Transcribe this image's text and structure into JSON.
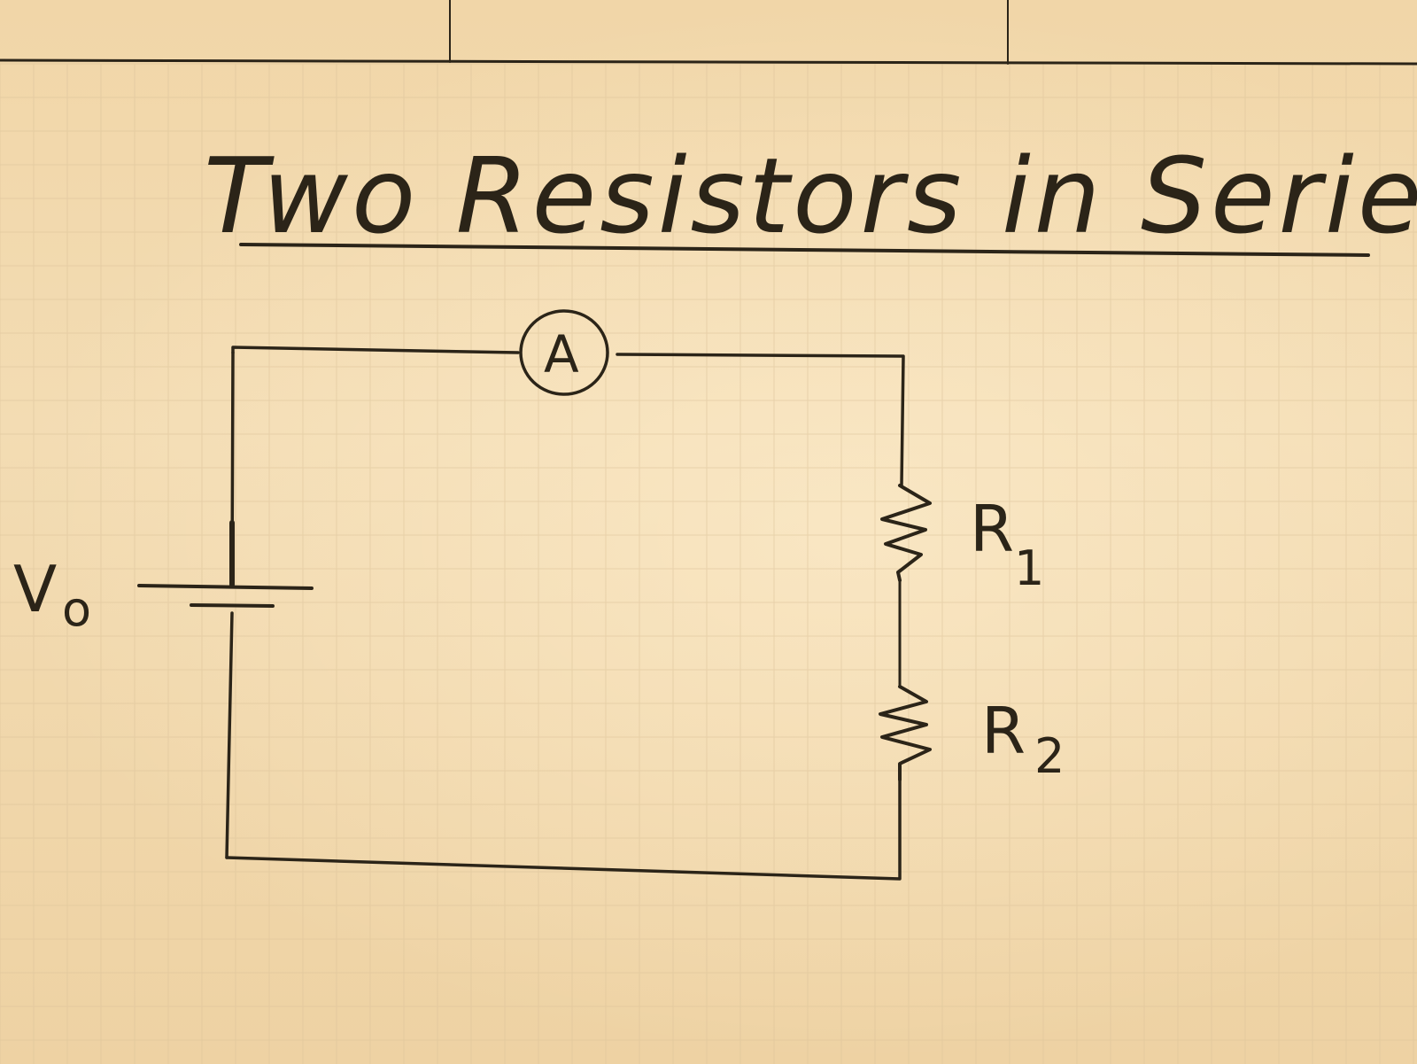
{
  "title": "Two Resistors in Series",
  "components": {
    "source": {
      "label": "V",
      "subscript": "o",
      "type": "battery"
    },
    "ammeter": {
      "symbol": "A",
      "type": "ammeter"
    },
    "resistors": [
      {
        "label": "R",
        "subscript": "1",
        "type": "resistor"
      },
      {
        "label": "R",
        "subscript": "2",
        "type": "resistor"
      }
    ]
  },
  "colors": {
    "paper": "#f2d9ae",
    "ink": "#2b2418",
    "grid": "#d9bf92"
  }
}
